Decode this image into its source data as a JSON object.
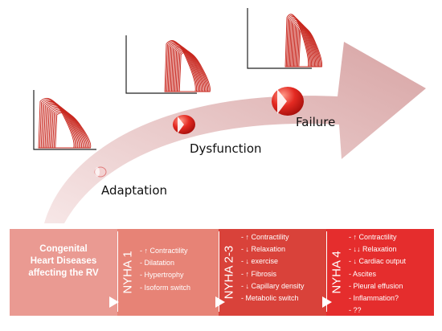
{
  "stages": {
    "adaptation": "Adaptation",
    "dysfunction": "Dysfunction",
    "failure": "Failure"
  },
  "intro_box": {
    "lines": [
      "Congenital",
      "Heart Diseases",
      "affecting the RV"
    ]
  },
  "nyha_columns": [
    {
      "label": "NYHA 1",
      "items": [
        "- ↑ Contractility",
        "- Dilatation",
        "- Hypertrophy",
        "- Isoform switch"
      ]
    },
    {
      "label": "NYHA 2-3",
      "items": [
        "- ↑ Contractility",
        "- ↓ Relaxation",
        "- ↓ exercise",
        "- ↑ Fibrosis",
        "- ↓ Capillary density",
        "- Metabolic switch"
      ]
    },
    {
      "label": "NYHA 4",
      "items": [
        "- ↑ Contractility",
        "- ↓↓ Relaxation",
        "- ↓ Cardiac output",
        "- Ascites",
        "- Pleural effusion",
        "- Inflammation?",
        "- ??"
      ]
    }
  ],
  "colors": {
    "arrow": "#d9a3a3",
    "sphere": "#e0201c",
    "loops": "#c8281f",
    "intro_box": "#ea9a92",
    "nyha1": "#e78376",
    "nyha23": "#d9423a",
    "nyha4": "#e52d2d"
  }
}
